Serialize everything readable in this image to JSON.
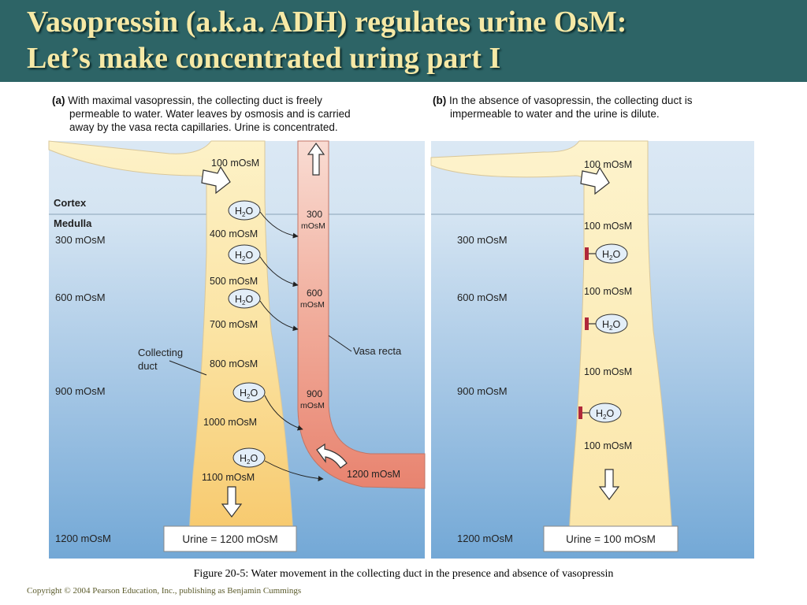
{
  "title": {
    "line1": "Vasopressin (a.k.a. ADH) regulates urine OsM:",
    "line2": "Let’s make concentrated uring part I"
  },
  "panel_a": {
    "tag": "(a)",
    "caption": [
      "With maximal vasopressin, the collecting duct is freely",
      "permeable to water. Water leaves by osmosis and is carried",
      "away by the vasa recta capillaries. Urine is concentrated."
    ],
    "region_cortex": "Cortex",
    "region_medulla": "Medulla",
    "interstitium": [
      "300 mOsM",
      "600 mOsM",
      "900 mOsM",
      "1200 mOsM"
    ],
    "duct_osm": [
      "100 mOsM",
      "400 mOsM",
      "500 mOsM",
      "700 mOsM",
      "800 mOsM",
      "1000 mOsM",
      "1100 mOsM"
    ],
    "vasa_recta_osm": [
      "300",
      "mOsM",
      "600",
      "mOsM",
      "900",
      "mOsM",
      "1200 mOsM"
    ],
    "collecting_duct_label": [
      "Collecting",
      "duct"
    ],
    "vasa_recta_label": "Vasa recta",
    "water": "H",
    "water_sub": "2",
    "water_o": "O",
    "urine": "Urine = 1200 mOsM"
  },
  "panel_b": {
    "tag": "(b)",
    "caption": [
      "In the absence of vasopressin, the collecting duct is",
      "impermeable to water and the urine is dilute."
    ],
    "interstitium": [
      "300 mOsM",
      "600 mOsM",
      "900 mOsM",
      "1200 mOsM"
    ],
    "duct_osm": [
      "100 mOsM",
      "100 mOsM",
      "100 mOsM",
      "100 mOsM",
      "100 mOsM"
    ],
    "urine": "Urine = 100 mOsM"
  },
  "figure_caption": "Figure 20-5: Water movement in the collecting duct in the presence and absence of vasopressin",
  "copyright": "Copyright © 2004 Pearson Education, Inc., publishing as Benjamin Cummings",
  "colors": {
    "title_bg": "#2d6466",
    "title_text": "#f6e9a6",
    "duct_fill": "#fbe7a8",
    "vasa_recta": "#e98d7b",
    "water_blocker": "#b0283a"
  }
}
